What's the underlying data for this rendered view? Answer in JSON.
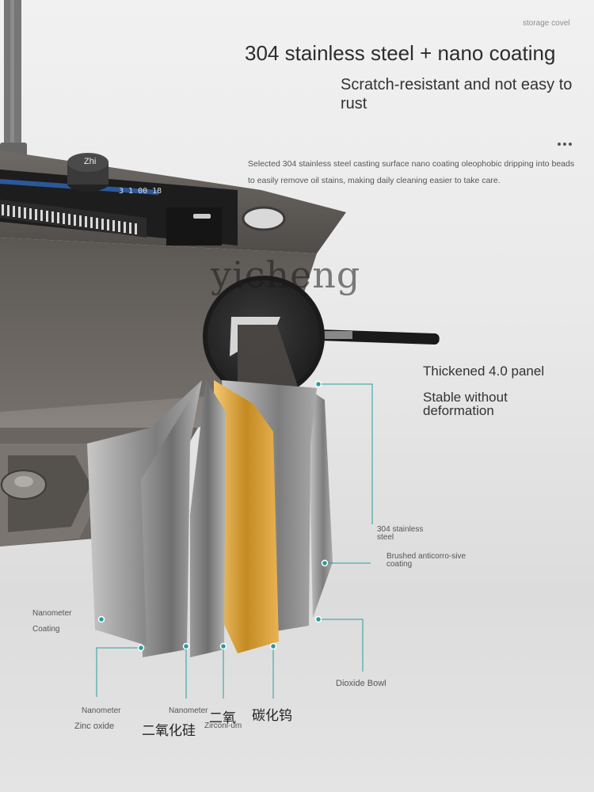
{
  "top_tag": "storage covel",
  "headline": "304 stainless steel + nano coating",
  "subheadline": "Scratch-resistant and not easy to rust",
  "description": "Selected 304 stainless steel casting surface nano coating oleophobic dripping into beads to easily remove oil stains, making daily cleaning easier to take care.",
  "watermark": "yicheng",
  "knob_label": "Zhi",
  "display_readout": "3 1 00 18",
  "panel_title": "Thickened 4.0 panel",
  "panel_subtitle": "Stable without deformation",
  "layers": {
    "steel": "304 stainless steel",
    "brushed": "Brushed anticorro-sive coating",
    "nano_coating_1": "Nanometer",
    "nano_coating_2": "Coating",
    "bowl": "Dioxide Bowl",
    "zinc_1": "Nanometer",
    "zinc_2": "Zinc oxide",
    "silica_1": "Nanometer",
    "silica_2": "二氧化硅",
    "zirconia_1": "二氧",
    "zirconia_2": "Zirconi-um",
    "tungsten": "碳化钨"
  },
  "colors": {
    "accent_line": "#2a9d9a",
    "gold_layer": "#d9a63a",
    "steel": "#8a8a8a"
  },
  "icons": [
    "more-icon",
    "knob-icon",
    "faucet-icon",
    "magnifier-icon"
  ]
}
